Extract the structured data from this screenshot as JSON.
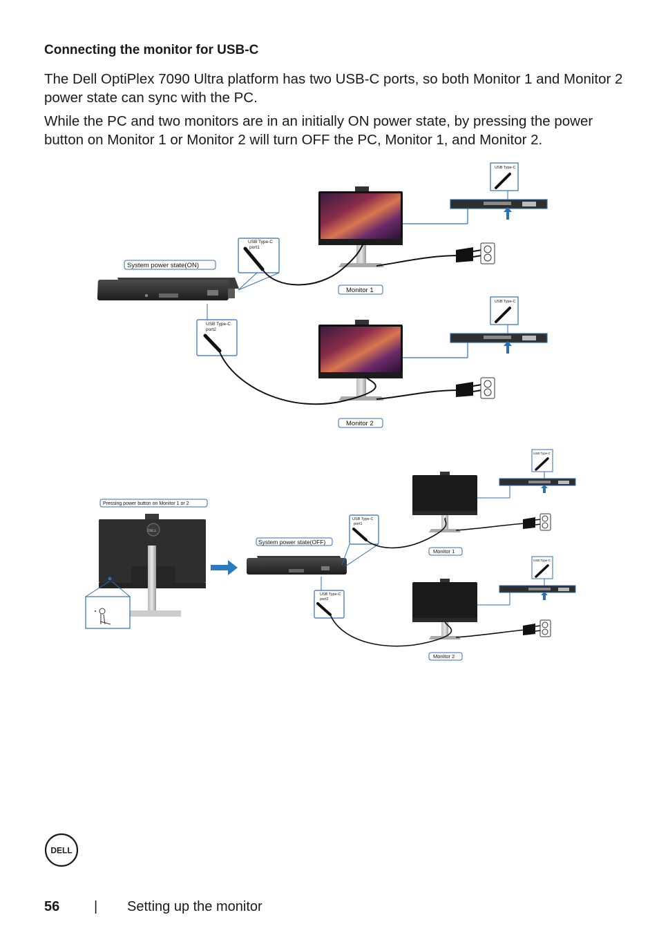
{
  "section": {
    "heading": "Connecting the monitor for USB-C",
    "paragraph_1": "The Dell OptiPlex 7090 Ultra platform has two USB-C ports, so both Monitor 1 and Monitor 2 power state can sync with the PC.",
    "paragraph_2": "While the PC and two monitors are in an initially ON power state, by pressing the power button on Monitor 1 or Monitor 2 will turn OFF the PC, Monitor 1, and Monitor 2."
  },
  "diagram_top": {
    "pc_state_label": "System power state(ON)",
    "callout_port1_line1": "USB Type-C",
    "callout_port1_line2": "port1",
    "callout_port2_line1": "USB Type-C",
    "callout_port2_line2": "port2",
    "monitor1_label": "Monitor 1",
    "monitor2_label": "Monitor 2",
    "rear_callout_label": "USB Type-C"
  },
  "diagram_bottom": {
    "press_label": "Pressing power button on Monitor 1 or 2",
    "pc_state_label": "System power state(OFF)",
    "callout_port1_line1": "USB Type-C",
    "callout_port1_line2": "port1",
    "callout_port2_line1": "USB Type-C",
    "callout_port2_line2": "port2",
    "monitor1_label": "Monitor 1",
    "monitor2_label": "Monitor 2",
    "rear_callout_label": "USB Type-C",
    "logo_text": "DELL"
  },
  "footer": {
    "page_number": "56",
    "separator": "|",
    "chapter_title": "Setting up the monitor",
    "logo_text": "DELL"
  }
}
